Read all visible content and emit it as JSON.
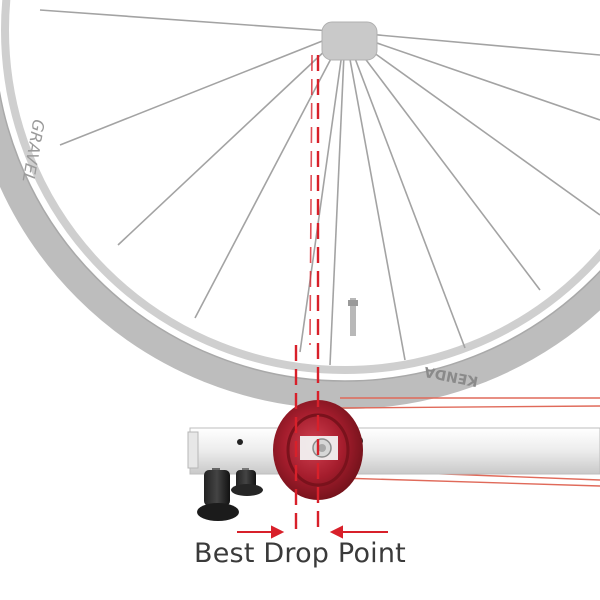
{
  "caption": "Best Drop Point",
  "tire_brand_text": "KENDA",
  "tire_side_text": "GRAVEL",
  "colors": {
    "guide_line": "#d8202a",
    "roller": "#a8202e",
    "frame": "#f2f2f2",
    "tire": "#b9b9b9",
    "spoke": "#a0a0a0",
    "caption": "#3a3a3a"
  }
}
